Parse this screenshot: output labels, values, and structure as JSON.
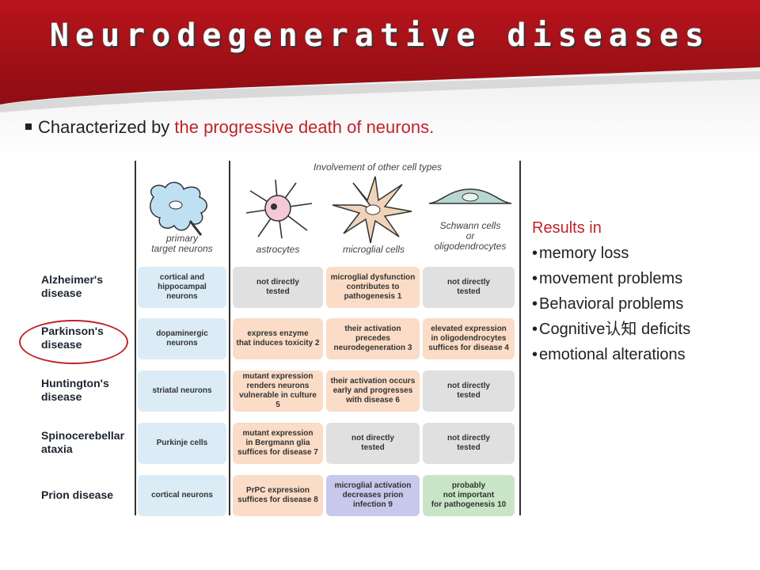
{
  "slide": {
    "title": "Neurodegenerative diseases",
    "bullet_prefix": "Characterized by ",
    "bullet_highlight": "the progressive death of neurons.",
    "accent_color": "#c0242a"
  },
  "figure": {
    "top_label": "Involvement of other cell types",
    "columns": [
      "primary\ntarget neurons",
      "astrocytes",
      "microglial cells",
      "Schwann cells\nor\noligodendrocytes"
    ],
    "rows": [
      {
        "label": "Alzheimer's\ndisease",
        "cells": [
          "cortical and\nhippocampal\nneurons",
          "not directly\ntested",
          "microglial dysfunction\ncontributes to\npathogenesis 1",
          "not directly\ntested"
        ]
      },
      {
        "label": "Parkinson's\ndisease",
        "cells": [
          "dopaminergic\nneurons",
          "express enzyme\nthat induces toxicity 2",
          "their activation\nprecedes\nneurodegeneration 3",
          "elevated expression\nin oligodendrocytes\nsuffices for disease 4"
        ]
      },
      {
        "label": "Huntington's\ndisease",
        "cells": [
          "striatal neurons",
          "mutant expression\nrenders neurons\nvulnerable in culture 5",
          "their activation occurs\nearly and progresses\nwith disease 6",
          "not directly\ntested"
        ]
      },
      {
        "label": "Spinocerebellar\nataxia",
        "cells": [
          "Purkinje cells",
          "mutant expression\nin Bergmann glia\nsuffices for disease 7",
          "not directly\ntested",
          "not directly\ntested"
        ]
      },
      {
        "label": "Prion disease",
        "cells": [
          "cortical neurons",
          "PrPC expression\nsuffices for disease 8",
          "microglial activation\ndecreases prion\ninfection 9",
          "probably\nnot important\nfor pathogenesis 10"
        ]
      }
    ],
    "cell_colors": [
      [
        "blue",
        "gray",
        "orange",
        "gray"
      ],
      [
        "blue",
        "orange",
        "orange",
        "orange"
      ],
      [
        "blue",
        "orange",
        "orange",
        "gray"
      ],
      [
        "blue",
        "orange",
        "gray",
        "gray"
      ],
      [
        "blue",
        "orange",
        "purple",
        "green"
      ]
    ]
  },
  "results": {
    "heading": "Results in",
    "items": [
      "memory loss",
      "movement problems",
      "Behavioral problems",
      "Cognitive认知 deficits",
      "emotional alterations"
    ]
  }
}
